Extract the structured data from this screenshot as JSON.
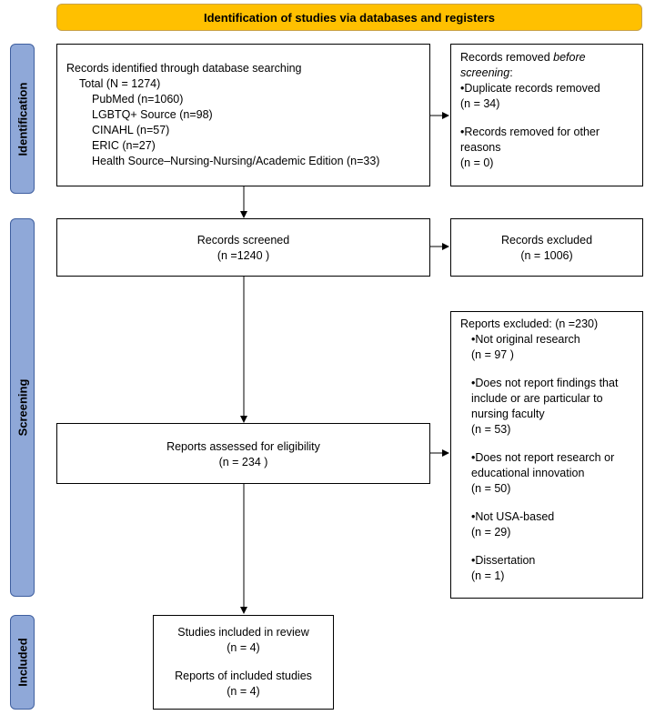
{
  "header": {
    "title": "Identification of studies via databases and registers"
  },
  "phases": {
    "identification": "Identification",
    "screening": "Screening",
    "included": "Included"
  },
  "identified": {
    "title": "Records identified through database searching",
    "total": "Total (N = 1274)",
    "sources": [
      "PubMed (n=1060)",
      "LGBTQ+ Source (n=98)",
      "CINAHL (n=57)",
      "ERIC (n=27)",
      "Health Source–Nursing-Nursing/Academic Edition (n=33)"
    ]
  },
  "removed": {
    "title_prefix": "Records removed ",
    "title_italic": "before screening",
    "title_suffix": ":",
    "items": [
      {
        "label": "•Duplicate records removed",
        "count": "(n = 34)"
      },
      {
        "label": "•Records removed for other reasons",
        "count": "(n = 0)"
      }
    ]
  },
  "screened": {
    "label": "Records screened",
    "count": "(n =1240 )"
  },
  "excluded": {
    "label": "Records excluded",
    "count": "(n = 1006)"
  },
  "assessed": {
    "label": "Reports assessed for eligibility",
    "count": "(n = 234 )"
  },
  "reports_excluded": {
    "title": "Reports excluded: (n =230)",
    "items": [
      {
        "label": "•Not original research",
        "count": "(n = 97 )"
      },
      {
        "label": "•Does not report findings that include or are particular to nursing faculty",
        "count": "(n = 53)"
      },
      {
        "label": "•Does not report research or educational innovation",
        "count": "(n = 50)"
      },
      {
        "label": "•Not USA-based",
        "count": "(n = 29)"
      },
      {
        "label": "•Dissertation",
        "count": "(n = 1)"
      }
    ]
  },
  "included": {
    "studies_label": "Studies included in review",
    "studies_count": "(n = 4)",
    "reports_label": "Reports of included studies",
    "reports_count": "(n = 4)"
  }
}
